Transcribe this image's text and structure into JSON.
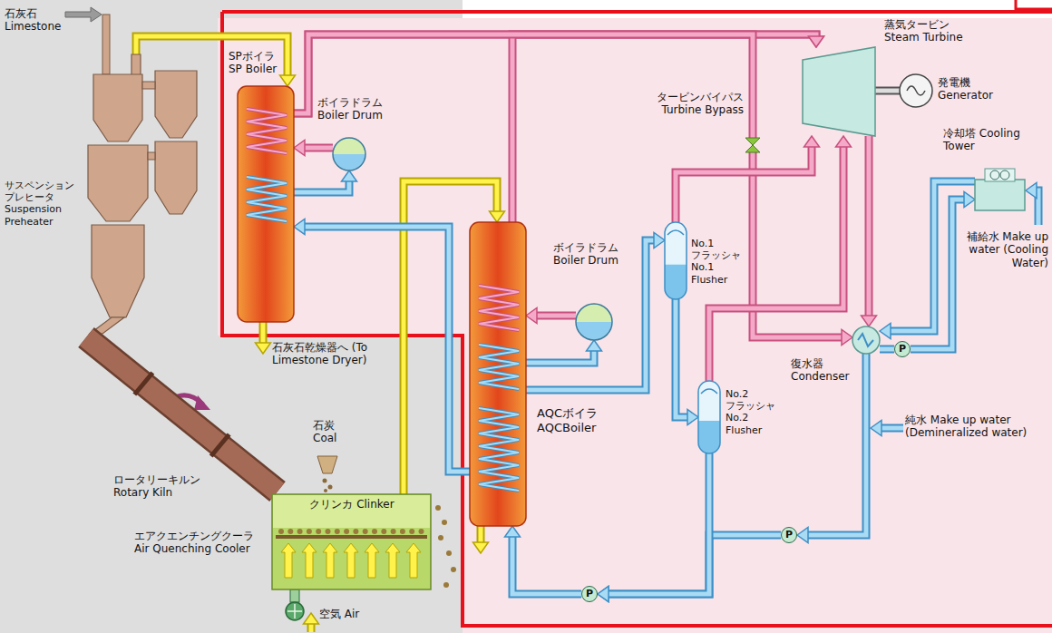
{
  "diagram": {
    "nodes": [
      {
        "text": [
          "サスペンション プレヒータ Suspension Preheater"
        ]
      },
      {
        "text": [
          "SPボイラ SP Boiler"
        ]
      },
      {
        "text": [
          "ボイラドラム Boiler Drum"
        ]
      },
      {
        "text": [
          "ロータリーキルン Rotary Kiln"
        ]
      },
      {
        "text": [
          "エアクエンチングクーラ Air Quenching Cooler",
          "クリンカ Clinker"
        ]
      },
      {
        "text": [
          "AQCボイラ AQCBoiler"
        ]
      },
      {
        "text": [
          "ボイラドラム Boiler Drum"
        ]
      },
      {
        "text": [
          "No.1 フラッシャ No.1 Flusher"
        ]
      },
      {
        "text": [
          "No.2 フラッシャ No.2 Flusher"
        ]
      },
      {
        "text": [
          "タービンバイパス Turbine Bypass"
        ]
      },
      {
        "text": [
          "蒸気タービン Steam Turbine"
        ]
      },
      {
        "text": [
          "発電機 Generator"
        ]
      },
      {
        "text": [
          "冷却塔 Cooling Tower"
        ]
      },
      {
        "text": [
          "復水器 Condenser"
        ]
      },
      {
        "text": [
          "P"
        ]
      },
      {
        "text": [
          "P"
        ]
      },
      {
        "text": [
          "P"
        ]
      }
    ],
    "edges": [
      {
        "from": 0,
        "to": 1,
        "arrow": "to"
      },
      {
        "from": 4,
        "to": 5,
        "arrow": "to"
      },
      {
        "from": 1,
        "to": 2,
        "arrow": "to"
      },
      {
        "from": 2,
        "to": 1,
        "arrow": "to"
      },
      {
        "from": 5,
        "to": 6,
        "arrow": "to"
      },
      {
        "from": 6,
        "to": 5,
        "arrow": "to"
      },
      {
        "from": 1,
        "to": 10,
        "arrow": "to"
      },
      {
        "from": 5,
        "to": 10,
        "arrow": "to"
      },
      {
        "from": 1,
        "to": 9,
        "arrow": "none"
      },
      {
        "from": 9,
        "to": 13,
        "arrow": "to"
      },
      {
        "from": 7,
        "to": 10,
        "arrow": "to"
      },
      {
        "from": 8,
        "to": 10,
        "arrow": "to"
      },
      {
        "from": 10,
        "to": 13,
        "arrow": "to"
      },
      {
        "from": 10,
        "to": 11,
        "arrow": "none"
      },
      {
        "from": 7,
        "to": 8,
        "arrow": "to"
      },
      {
        "from": 5,
        "to": 7,
        "arrow": "to"
      },
      {
        "from": 5,
        "to": 1,
        "arrow": "to"
      },
      {
        "from": 12,
        "to": 13,
        "arrow": "to"
      },
      {
        "from": 13,
        "to": 14,
        "arrow": "none"
      },
      {
        "from": 14,
        "to": 12,
        "arrow": "to"
      },
      {
        "from": 13,
        "to": 15,
        "arrow": "to"
      },
      {
        "from": 15,
        "to": 16,
        "arrow": "to"
      },
      {
        "from": 8,
        "to": 16,
        "arrow": "to"
      },
      {
        "from": 16,
        "to": 5,
        "arrow": "to"
      }
    ],
    "labels": [
      "石灰石 Limestone",
      "石灰石乾燥器へ (To Limestone Dryer)",
      "石炭 Coal",
      "空気 Air",
      "補給水 Make up water (Cooling Water)",
      "純水 Make up water (Demineralized water)"
    ]
  }
}
